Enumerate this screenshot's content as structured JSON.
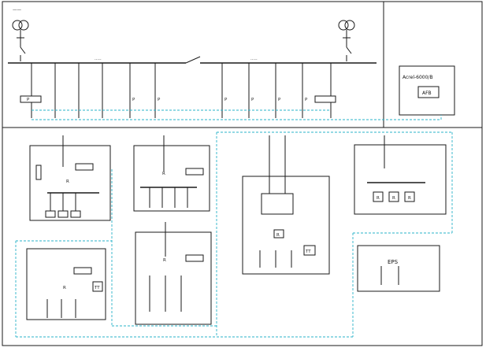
{
  "diagram": {
    "main_title": "",
    "acrel_unit": {
      "model": "Acrel-6000/B",
      "module": "AFB"
    },
    "eps_label": "EPS",
    "tt_label": "TT",
    "r_label": "R"
  }
}
